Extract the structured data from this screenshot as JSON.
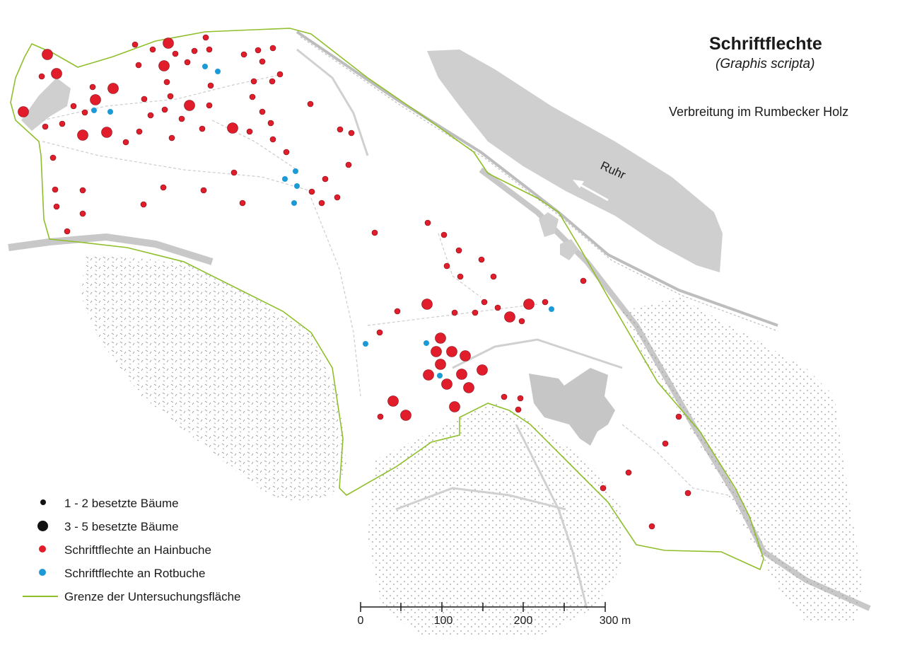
{
  "map": {
    "title": "Schriftflechte",
    "subtitle": "(Graphis scripta)",
    "region": "Verbreitung im Rumbecker Holz",
    "river_label": "Ruhr",
    "colors": {
      "hainbuche": "#e21d2b",
      "rotbuche": "#1c9ad6",
      "boundary": "#8fbf2a",
      "water": "#cfcfcf",
      "paths": "#cccccc"
    }
  },
  "legend": {
    "small_label": "1 - 2  besetzte Bäume",
    "big_label": "3 - 5  besetzte Bäume",
    "red_label": "Schriftflechte an Hainbuche",
    "blue_label": "Schriftflechte an Rotbuche",
    "boundary_label": "Grenze der Untersuchungsfläche"
  },
  "scale": {
    "labels": [
      "0",
      "100",
      "200",
      "300 m"
    ]
  }
}
